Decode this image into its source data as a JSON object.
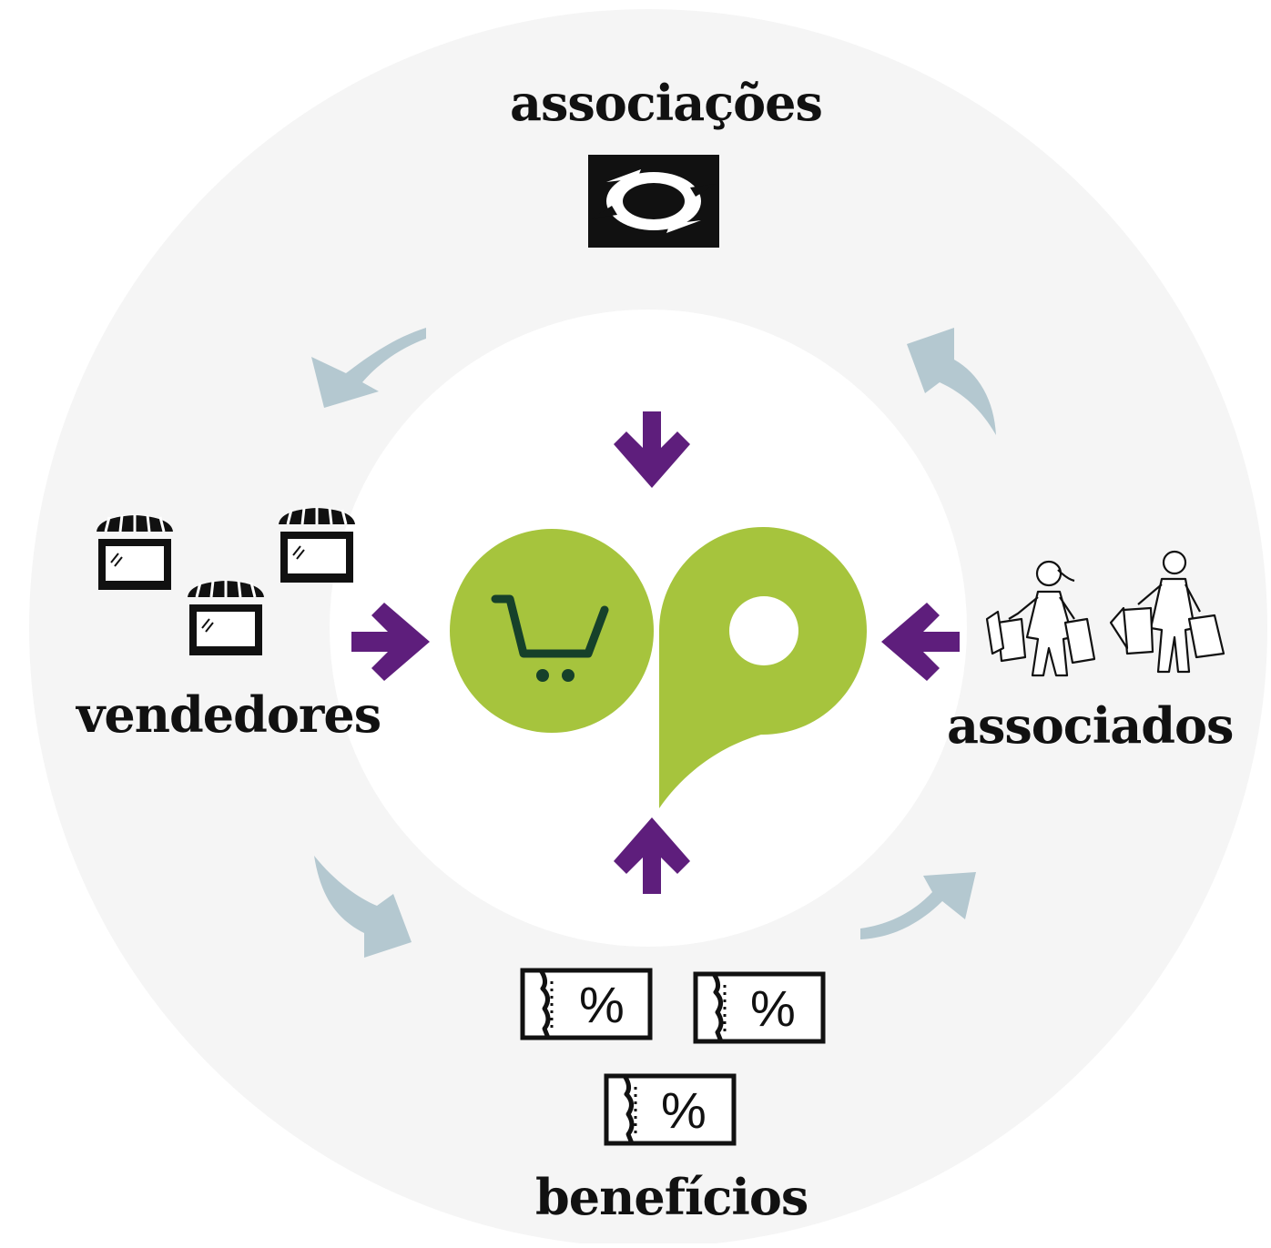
{
  "labels": {
    "top": "associações",
    "left": "vendedores",
    "right": "associados",
    "bottom": "benefícios"
  },
  "coupon_symbol": "%",
  "icons": {
    "top": "aperture-logo-icon",
    "left": "storefront-icons",
    "right": "shoppers-with-bags-icons",
    "bottom": "discount-coupon-icons",
    "center": "shopping-cart-logo-icon"
  },
  "colors": {
    "outer_ring": "#f5f5f5",
    "inner_disc": "#ffffff",
    "cycle_arrow": "#b4c8d0",
    "inward_arrow": "#5e1e7c",
    "logo_green": "#a6c43d",
    "cart_dark_green": "#16412a",
    "text": "#111111"
  }
}
